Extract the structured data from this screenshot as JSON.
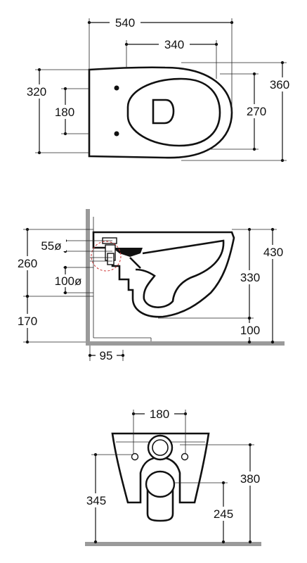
{
  "top_view": {
    "overall_length": "540",
    "fixing_spacing": "340",
    "left_width": "320",
    "left_inner": "180",
    "right_width": "360",
    "right_inner": "270"
  },
  "side_view": {
    "outlet_diameter": "55ø",
    "inlet_diameter": "100ø",
    "overall_height": "430",
    "rim_height": "330",
    "left_height": "260",
    "floor_clearance_left": "170",
    "floor_clearance_right": "100",
    "wall_offset": "95"
  },
  "front_view": {
    "fixing_spacing": "180",
    "height_right": "380",
    "height_left": "345",
    "bottom_height": "245"
  }
}
